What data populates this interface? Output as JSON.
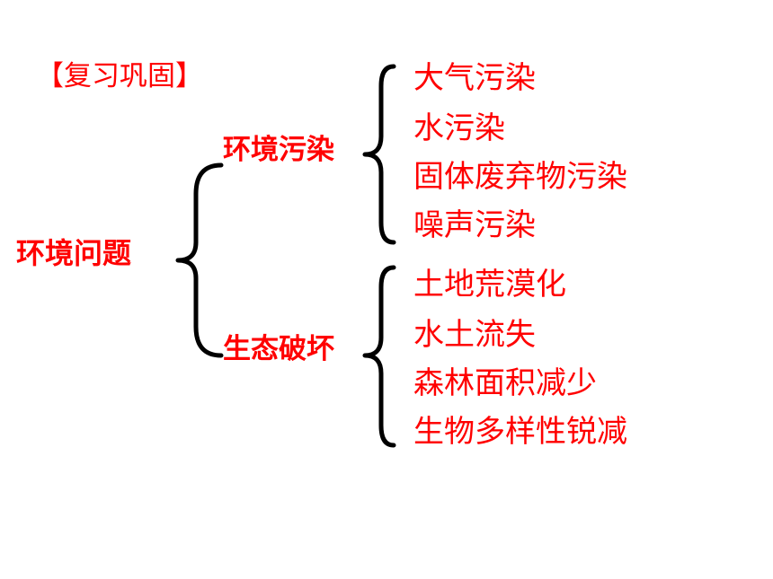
{
  "title": "【复习巩固】",
  "root": {
    "label": "环境问题"
  },
  "branches": [
    {
      "label": "环境污染",
      "items": [
        "大气污染",
        "水污染",
        "固体废弃物污染",
        "噪声污染"
      ]
    },
    {
      "label": "生态破坏",
      "items": [
        "土地荒漠化",
        "水土流失",
        "森林面积减少",
        "生物多样性锐减"
      ]
    }
  ],
  "colors": {
    "text": "#ff0000",
    "brace": "#000000",
    "background": "#ffffff"
  }
}
